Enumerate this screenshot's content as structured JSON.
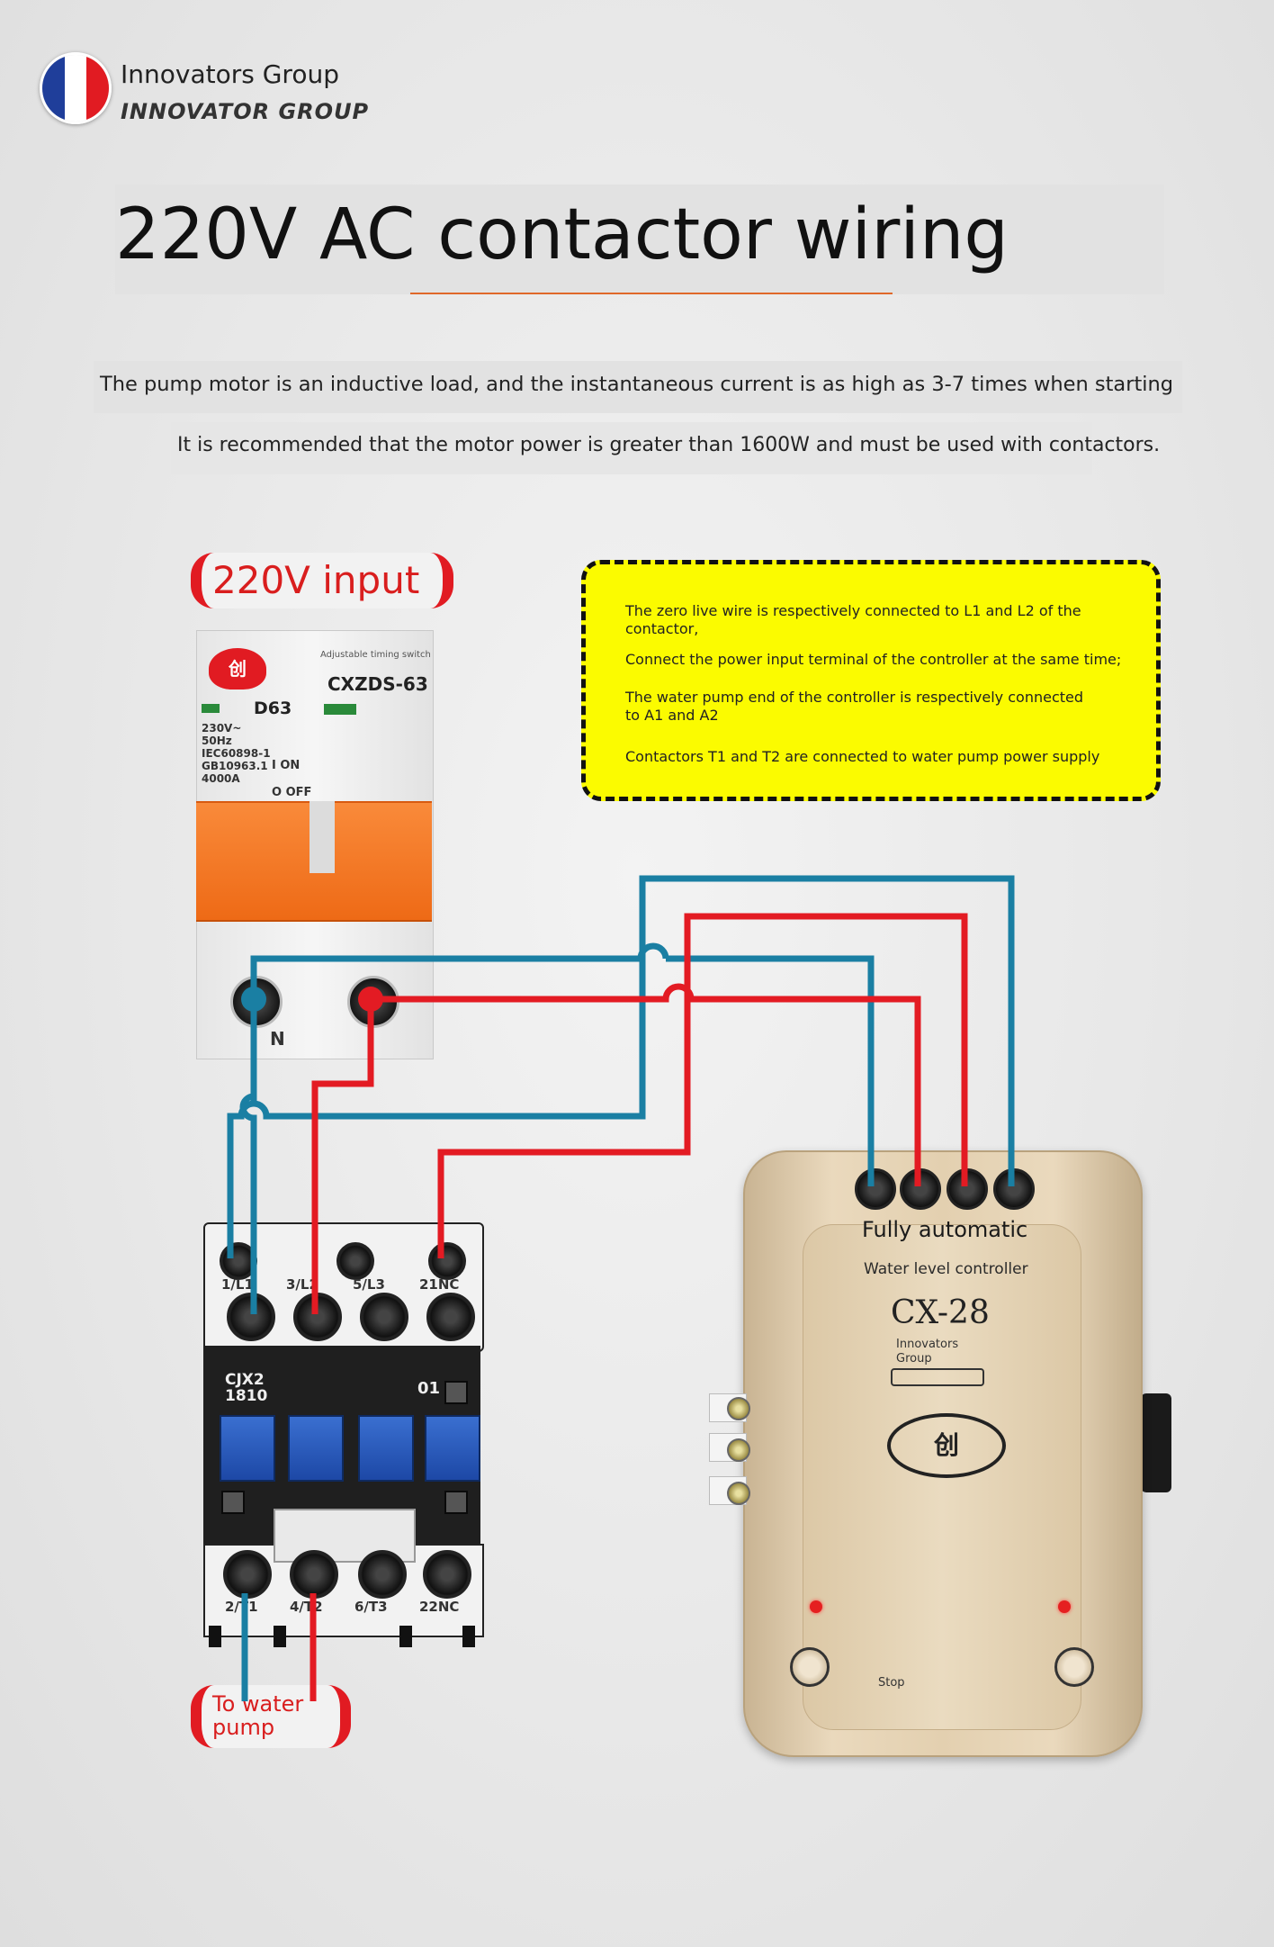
{
  "brand": {
    "name": "Innovators Group",
    "name_upper": "INNOVATOR GROUP",
    "flag_colors": [
      "#1f3e9a",
      "#ffffff",
      "#e11b22"
    ]
  },
  "title": "220V AC contactor wiring",
  "subtitle_1": "The pump motor is an inductive load, and the instantaneous current is as high as 3-7 times when starting",
  "subtitle_2": "It is recommended that the motor power is greater than 1600W and must be used with contactors.",
  "labels": {
    "input": "220V input",
    "output": "To water pump"
  },
  "note": {
    "lines": [
      "The zero live wire is respectively connected to L1 and L2 of the contactor,",
      "Connect the power input terminal of the controller at the same time;",
      "The water pump end of the controller is respectively connected to A1 and A2",
      "Contactors T1 and T2 are connected to water pump power supply"
    ]
  },
  "breaker": {
    "small_label": "Adjustable timing switch",
    "model": "CXZDS-63",
    "rating": "D63",
    "spec": "230V~\n50Hz\nIEC60898-1\nGB10963.1\n4000A",
    "on": "I ON",
    "off": "O OFF",
    "load_terminal": "N"
  },
  "contactor": {
    "model": "CJX2\n1810",
    "aux_code": "01",
    "top_terminals": [
      "1/L1",
      "3/L2",
      "5/L3",
      "21NC"
    ],
    "bottom_terminals": [
      "2/T1",
      "4/T2",
      "6/T3",
      "22NC"
    ]
  },
  "controller": {
    "title": "Fully automatic",
    "subtitle": "Water level controller",
    "model": "CX-28",
    "group": "Innovators\nGroup",
    "stop_label": "Stop"
  },
  "wire_colors": {
    "blue": "#1a7fa3",
    "red": "#e31b23"
  }
}
